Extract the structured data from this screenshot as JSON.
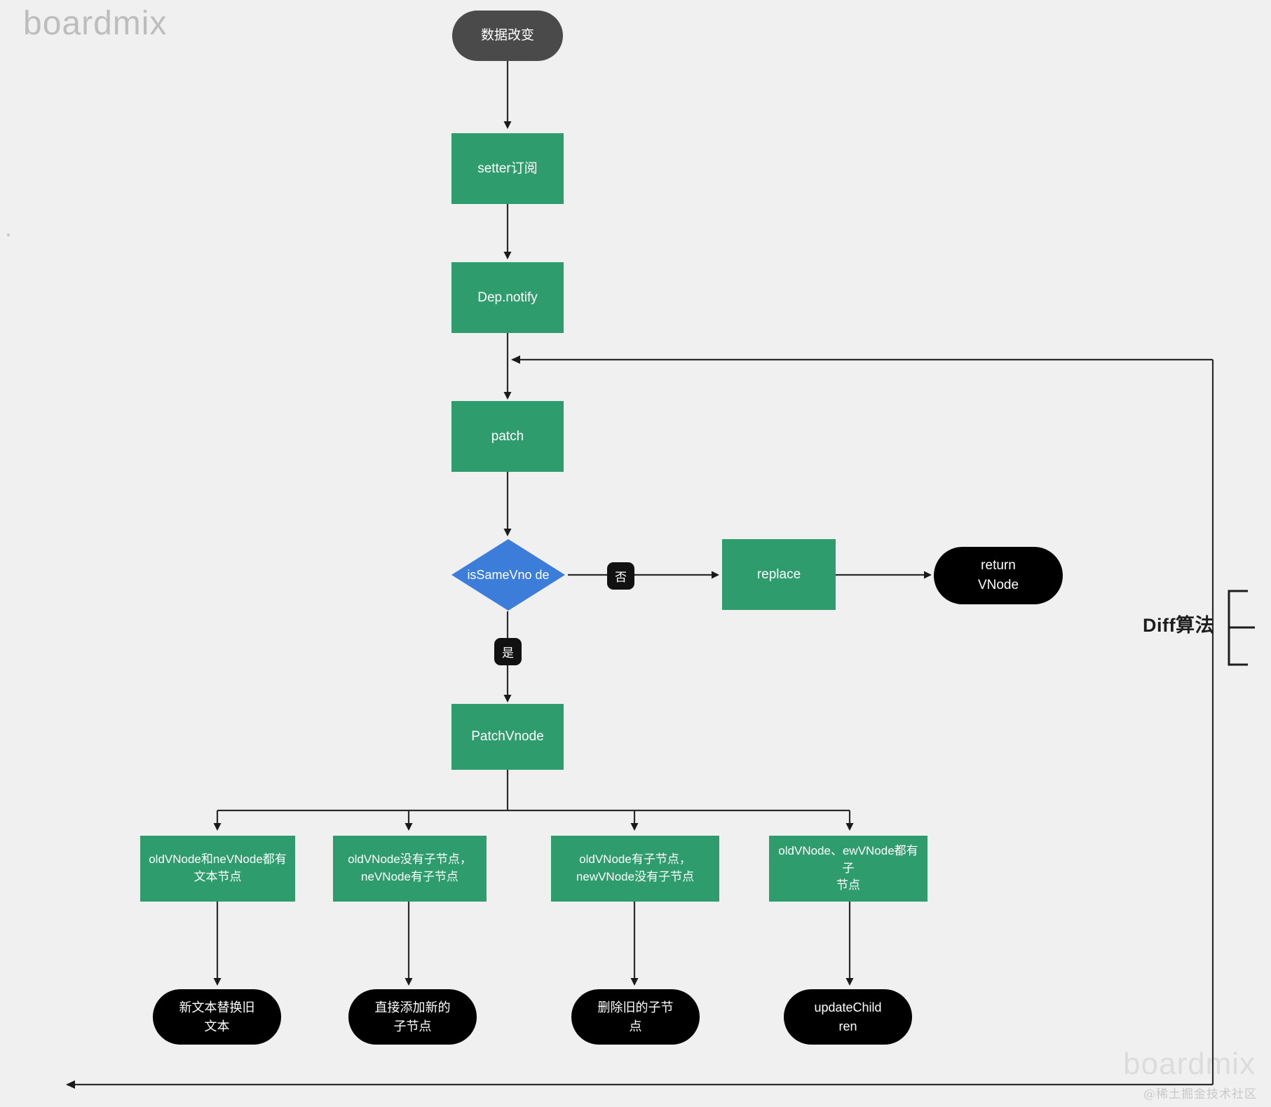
{
  "diagram": {
    "type": "flowchart",
    "title": "Vue Diff 算法流程图",
    "background_color": "#f0f0f0",
    "palette": {
      "green": "#2f9c6d",
      "blue": "#3b7dd8",
      "black": "#000000",
      "dark_gray": "#4a4a4a",
      "edge": "#1a1a1a",
      "text_on_fill": "#ffffff"
    },
    "watermarks": {
      "top_left": "boardmix",
      "bottom_right": "boardmix",
      "credit": "@稀土掘金技术社区"
    },
    "annotation": {
      "bracket_label": "Diff算法"
    },
    "nodes": [
      {
        "id": "start",
        "label": "数据改变",
        "shape": "pill",
        "fill": "#4a4a4a"
      },
      {
        "id": "setter",
        "label": "setter订阅",
        "shape": "rect",
        "fill": "#2f9c6d"
      },
      {
        "id": "depnotify",
        "label": "Dep.notify",
        "shape": "rect",
        "fill": "#2f9c6d"
      },
      {
        "id": "patch",
        "label": "patch",
        "shape": "rect",
        "fill": "#2f9c6d"
      },
      {
        "id": "issamevnode",
        "label": "isSameVnode",
        "shape": "diamond",
        "fill": "#3b7dd8"
      },
      {
        "id": "replace",
        "label": "replace",
        "shape": "rect",
        "fill": "#2f9c6d"
      },
      {
        "id": "returnvnode",
        "label": "return VNode",
        "shape": "pill",
        "fill": "#000000"
      },
      {
        "id": "patchvnode",
        "label": "PatchVnode",
        "shape": "rect",
        "fill": "#2f9c6d"
      },
      {
        "id": "case1",
        "label": "oldVNode和neVNode都有文本节点",
        "shape": "rect",
        "fill": "#2f9c6d"
      },
      {
        "id": "case2",
        "label": "oldVNode没有子节点，neVNode有子节点",
        "shape": "rect",
        "fill": "#2f9c6d"
      },
      {
        "id": "case3",
        "label": "oldVNode有子节点，newVNode没有子节点",
        "shape": "rect",
        "fill": "#2f9c6d"
      },
      {
        "id": "case4",
        "label": "oldVNode、ewVNode都有子节点",
        "shape": "rect",
        "fill": "#2f9c6d"
      },
      {
        "id": "result1",
        "label": "新文本替换旧文本",
        "shape": "pill",
        "fill": "#000000"
      },
      {
        "id": "result2",
        "label": "直接添加新的子节点",
        "shape": "pill",
        "fill": "#000000"
      },
      {
        "id": "result3",
        "label": "删除旧的子节点",
        "shape": "pill",
        "fill": "#000000"
      },
      {
        "id": "result4",
        "label": "updateChildren",
        "shape": "pill",
        "fill": "#000000"
      }
    ],
    "node_lines": {
      "start": [
        "数据改变"
      ],
      "setter": [
        "setter订阅"
      ],
      "depnotify": [
        "Dep.notify"
      ],
      "patch": [
        "patch"
      ],
      "issamevnode": [
        "isSameVno",
        "de"
      ],
      "replace": [
        "replace"
      ],
      "returnvnode": [
        "return",
        "VNode"
      ],
      "patchvnode": [
        "PatchVnode"
      ],
      "case1": [
        "oldVNode和neVNode都有",
        "文本节点"
      ],
      "case2": [
        "oldVNode没有子节点，",
        "neVNode有子节点"
      ],
      "case3": [
        "oldVNode有子节点，",
        "newVNode没有子节点"
      ],
      "case4": [
        "oldVNode、ewVNode都有子",
        "节点"
      ],
      "result1": [
        "新文本替换旧",
        "文本"
      ],
      "result2": [
        "直接添加新的",
        "子节点"
      ],
      "result3": [
        "删除旧的子节",
        "点"
      ],
      "result4": [
        "updateChild",
        "ren"
      ]
    },
    "edge_labels": {
      "no": "否",
      "yes": "是"
    },
    "edges": [
      {
        "from": "start",
        "to": "setter"
      },
      {
        "from": "setter",
        "to": "depnotify"
      },
      {
        "from": "depnotify",
        "to": "patch"
      },
      {
        "from": "patch",
        "to": "issamevnode"
      },
      {
        "from": "issamevnode",
        "to": "replace",
        "label": "否"
      },
      {
        "from": "replace",
        "to": "returnvnode"
      },
      {
        "from": "issamevnode",
        "to": "patchvnode",
        "label": "是"
      },
      {
        "from": "patchvnode",
        "to": "case1"
      },
      {
        "from": "patchvnode",
        "to": "case2"
      },
      {
        "from": "patchvnode",
        "to": "case3"
      },
      {
        "from": "patchvnode",
        "to": "case4"
      },
      {
        "from": "case1",
        "to": "result1"
      },
      {
        "from": "case2",
        "to": "result2"
      },
      {
        "from": "case3",
        "to": "result3"
      },
      {
        "from": "case4",
        "to": "result4"
      },
      {
        "from": "result4",
        "to": "patch",
        "label": ""
      },
      {
        "from": "loop-bottom",
        "to": "loop-left",
        "label": ""
      }
    ]
  }
}
